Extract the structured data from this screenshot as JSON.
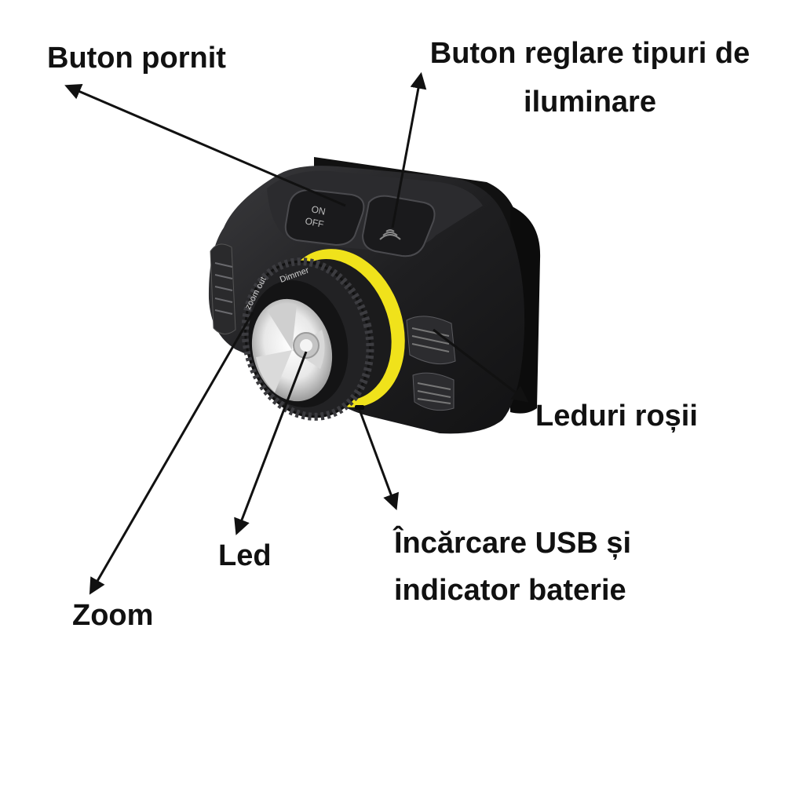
{
  "labels": {
    "power_button": "Buton pornit",
    "mode_button_line1": "Buton reglare tipuri de",
    "mode_button_line2": "iluminare",
    "red_leds": "Leduri roșii",
    "usb_line1": "Încărcare USB și",
    "usb_line2": "indicator baterie",
    "led": "Led",
    "zoom": "Zoom"
  },
  "device": {
    "on_text": "ON",
    "off_text": "OFF",
    "zoom_text": "zoom out",
    "dimmer_text": "Dimmer"
  },
  "colors": {
    "body": "#1d1d1f",
    "ring": "#f0e21b",
    "lens": "#f2f2f2",
    "text": "#111111"
  }
}
